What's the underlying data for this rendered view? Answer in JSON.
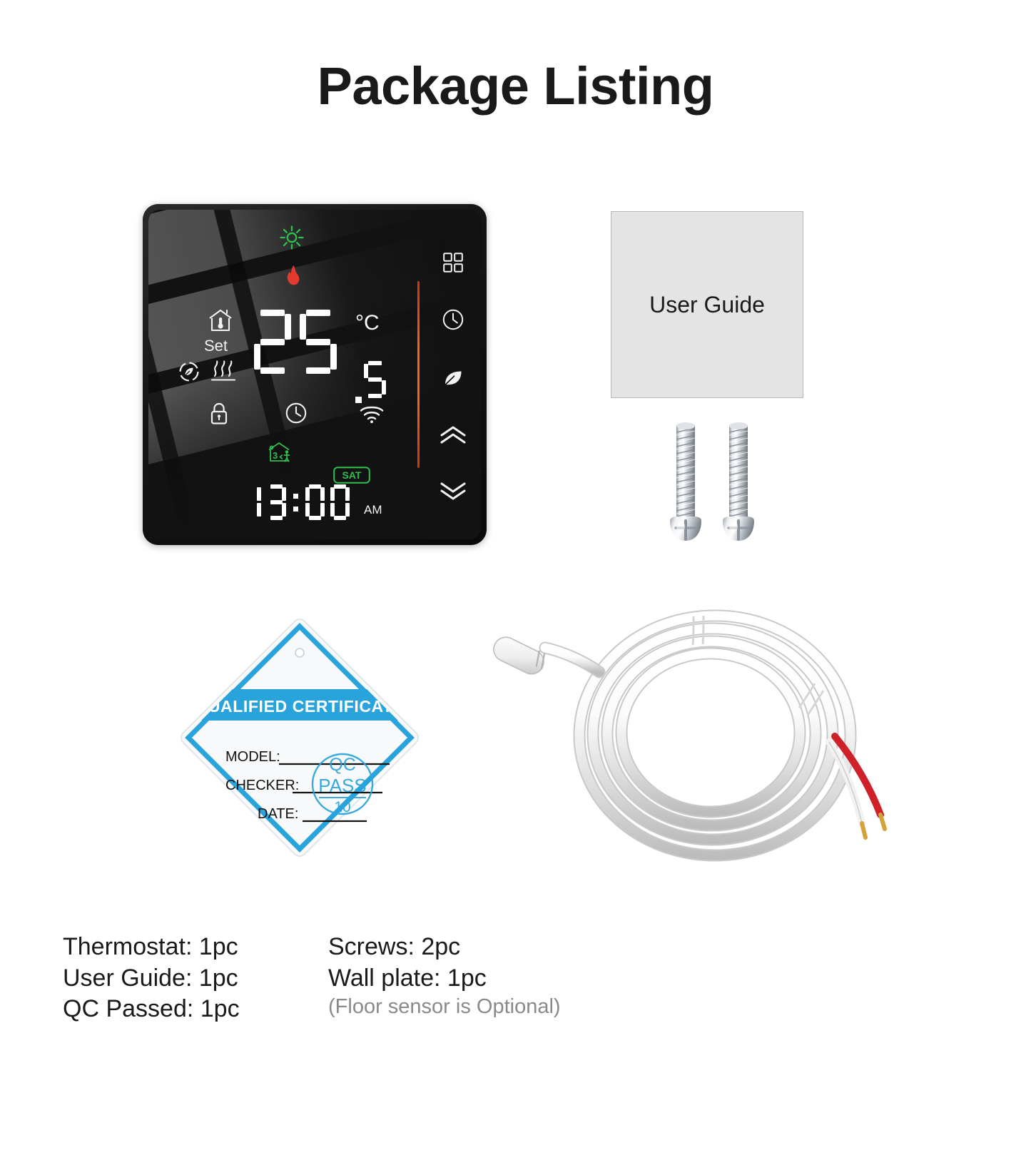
{
  "title": "Package Listing",
  "thermostat": {
    "temperature": "25",
    "temperature_fraction": "5",
    "temperature_unit": "°C",
    "set_label": "Set",
    "time": "13:00",
    "time_hours": "13",
    "time_minutes": "00",
    "am_pm": "AM",
    "day_badge": "SAT",
    "occupancy_count": "3",
    "accent_color": "#f4641e",
    "indicator_green": "#2fbf4f",
    "flame_color": "#e23b2e",
    "indicators": [
      {
        "name": "sun-icon",
        "label": "Sun / Day mode"
      },
      {
        "name": "flame-icon",
        "label": "Heating active"
      },
      {
        "name": "house-temperature-icon",
        "label": "Room temperature"
      },
      {
        "name": "eco-circle-icon",
        "label": "Eco"
      },
      {
        "name": "floor-heating-icon",
        "label": "Floor heating"
      },
      {
        "name": "lock-icon",
        "label": "Child lock"
      },
      {
        "name": "clock-small-icon",
        "label": "Schedule"
      },
      {
        "name": "wifi-icon",
        "label": "Wi-Fi"
      },
      {
        "name": "home-occupancy-icon",
        "label": "Occupancy"
      }
    ],
    "buttons": [
      {
        "name": "menu-button",
        "label": "Menu"
      },
      {
        "name": "clock-button",
        "label": "Clock"
      },
      {
        "name": "eco-button",
        "label": "Eco"
      },
      {
        "name": "up-button",
        "label": "Increase"
      },
      {
        "name": "down-button",
        "label": "Decrease"
      }
    ]
  },
  "user_guide": {
    "label": "User Guide"
  },
  "qc_certificate": {
    "header": "QUALIFIED CERTIFICATE",
    "fields": [
      "MODEL:",
      "CHECKER:",
      "DATE:"
    ],
    "stamp_top": "QC",
    "stamp_mid": "PASS",
    "stamp_bottom": "10",
    "accent_color": "#29a3dc"
  },
  "package_list": {
    "left": [
      "Thermostat: 1pc",
      "User Guide: 1pc",
      "QC Passed: 1pc"
    ],
    "right": [
      "Screws: 2pc",
      "Wall plate: 1pc"
    ],
    "note": "(Floor sensor is Optional)"
  }
}
